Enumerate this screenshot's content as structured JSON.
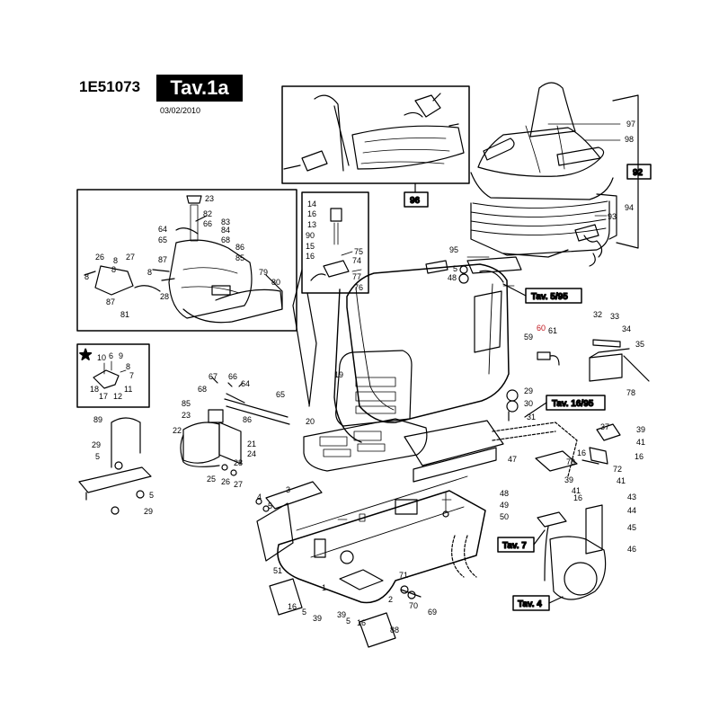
{
  "header": {
    "code": "1E51073",
    "table": "Tav.1a",
    "date": "03/02/2010"
  },
  "star_symbol": "★",
  "colors": {
    "highlight": "#c0141c",
    "line": "#000000",
    "background": "#ffffff"
  },
  "refs": {
    "tav5": "Tav. 5/95",
    "tav16": "Tav. 16/95",
    "tav7": "Tav. 7",
    "tav4": "Tav. 4"
  },
  "boxed": {
    "b92": "92",
    "b96": "96"
  },
  "parts": [
    {
      "t": "97",
      "c": ""
    },
    {
      "t": "98",
      "c": ""
    },
    {
      "t": "94",
      "c": ""
    },
    {
      "t": "93",
      "c": ""
    },
    {
      "t": "95",
      "c": ""
    },
    {
      "t": "5",
      "c": ""
    },
    {
      "t": "48",
      "c": ""
    },
    {
      "t": "23",
      "c": ""
    },
    {
      "t": "82",
      "c": ""
    },
    {
      "t": "64",
      "c": ""
    },
    {
      "t": "66",
      "c": ""
    },
    {
      "t": "83",
      "c": ""
    },
    {
      "t": "65",
      "c": ""
    },
    {
      "t": "84",
      "c": ""
    },
    {
      "t": "68",
      "c": ""
    },
    {
      "t": "86",
      "c": ""
    },
    {
      "t": "85",
      "c": ""
    },
    {
      "t": "26",
      "c": ""
    },
    {
      "t": "8",
      "c": ""
    },
    {
      "t": "27",
      "c": ""
    },
    {
      "t": "87",
      "c": ""
    },
    {
      "t": "8",
      "c": ""
    },
    {
      "t": "79",
      "c": ""
    },
    {
      "t": "80",
      "c": ""
    },
    {
      "t": "8",
      "c": ""
    },
    {
      "t": "8",
      "c": ""
    },
    {
      "t": "28",
      "c": ""
    },
    {
      "t": "87",
      "c": ""
    },
    {
      "t": "81",
      "c": ""
    },
    {
      "t": "14",
      "c": ""
    },
    {
      "t": "16",
      "c": ""
    },
    {
      "t": "13",
      "c": ""
    },
    {
      "t": "90",
      "c": ""
    },
    {
      "t": "15",
      "c": ""
    },
    {
      "t": "16",
      "c": ""
    },
    {
      "t": "75",
      "c": ""
    },
    {
      "t": "74",
      "c": ""
    },
    {
      "t": "77",
      "c": ""
    },
    {
      "t": "76",
      "c": ""
    },
    {
      "t": "10",
      "c": ""
    },
    {
      "t": "6",
      "c": ""
    },
    {
      "t": "9",
      "c": ""
    },
    {
      "t": "8",
      "c": ""
    },
    {
      "t": "7",
      "c": ""
    },
    {
      "t": "18",
      "c": ""
    },
    {
      "t": "17",
      "c": ""
    },
    {
      "t": "12",
      "c": ""
    },
    {
      "t": "11",
      "c": ""
    },
    {
      "t": "19",
      "c": ""
    },
    {
      "t": "20",
      "c": ""
    },
    {
      "t": "60",
      "c": "red"
    },
    {
      "t": "59",
      "c": ""
    },
    {
      "t": "61",
      "c": ""
    },
    {
      "t": "32",
      "c": ""
    },
    {
      "t": "33",
      "c": ""
    },
    {
      "t": "34",
      "c": ""
    },
    {
      "t": "35",
      "c": ""
    },
    {
      "t": "78",
      "c": ""
    },
    {
      "t": "29",
      "c": ""
    },
    {
      "t": "30",
      "c": ""
    },
    {
      "t": "31",
      "c": ""
    },
    {
      "t": "67",
      "c": ""
    },
    {
      "t": "66",
      "c": ""
    },
    {
      "t": "64",
      "c": ""
    },
    {
      "t": "68",
      "c": ""
    },
    {
      "t": "65",
      "c": ""
    },
    {
      "t": "85",
      "c": ""
    },
    {
      "t": "23",
      "c": ""
    },
    {
      "t": "86",
      "c": ""
    },
    {
      "t": "22",
      "c": ""
    },
    {
      "t": "21",
      "c": ""
    },
    {
      "t": "24",
      "c": ""
    },
    {
      "t": "25",
      "c": ""
    },
    {
      "t": "26",
      "c": ""
    },
    {
      "t": "27",
      "c": ""
    },
    {
      "t": "28",
      "c": ""
    },
    {
      "t": "89",
      "c": ""
    },
    {
      "t": "29",
      "c": ""
    },
    {
      "t": "5",
      "c": ""
    },
    {
      "t": "5",
      "c": ""
    },
    {
      "t": "29",
      "c": ""
    },
    {
      "t": "47",
      "c": ""
    },
    {
      "t": "37",
      "c": ""
    },
    {
      "t": "39",
      "c": ""
    },
    {
      "t": "41",
      "c": ""
    },
    {
      "t": "16",
      "c": ""
    },
    {
      "t": "16",
      "c": ""
    },
    {
      "t": "72",
      "c": ""
    },
    {
      "t": "41",
      "c": ""
    },
    {
      "t": "73",
      "c": ""
    },
    {
      "t": "39",
      "c": ""
    },
    {
      "t": "41",
      "c": ""
    },
    {
      "t": "16",
      "c": ""
    },
    {
      "t": "3",
      "c": ""
    },
    {
      "t": "4",
      "c": ""
    },
    {
      "t": "5",
      "c": ""
    },
    {
      "t": "48",
      "c": ""
    },
    {
      "t": "49",
      "c": ""
    },
    {
      "t": "50",
      "c": ""
    },
    {
      "t": "43",
      "c": ""
    },
    {
      "t": "44",
      "c": ""
    },
    {
      "t": "45",
      "c": ""
    },
    {
      "t": "46",
      "c": ""
    },
    {
      "t": "51",
      "c": ""
    },
    {
      "t": "1",
      "c": ""
    },
    {
      "t": "2",
      "c": ""
    },
    {
      "t": "16",
      "c": ""
    },
    {
      "t": "5",
      "c": ""
    },
    {
      "t": "39",
      "c": ""
    },
    {
      "t": "71",
      "c": ""
    },
    {
      "t": "70",
      "c": ""
    },
    {
      "t": "69",
      "c": ""
    },
    {
      "t": "39",
      "c": ""
    },
    {
      "t": "5",
      "c": ""
    },
    {
      "t": "16",
      "c": ""
    },
    {
      "t": "88",
      "c": ""
    }
  ]
}
